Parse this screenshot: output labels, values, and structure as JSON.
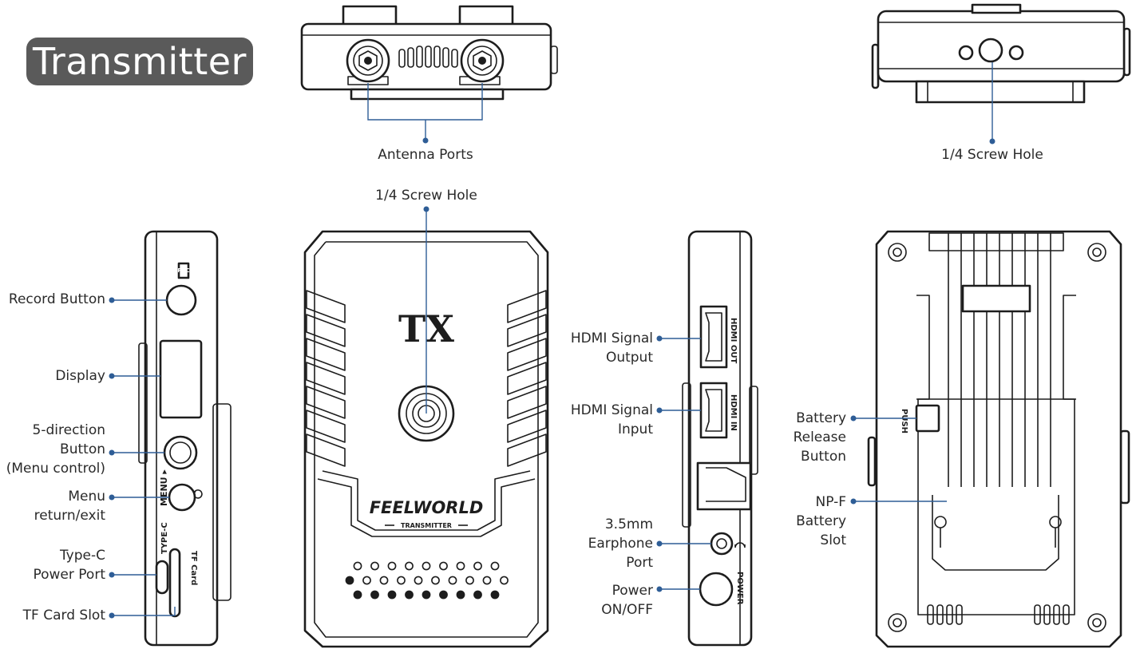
{
  "title": "Transmitter",
  "colors": {
    "title_bg": "#5a5a5a",
    "leader": "#2e5d96",
    "outline": "#1d1d1d"
  },
  "labels": {
    "antenna_ports": "Antenna Ports",
    "screw_hole_top": "1/4 Screw Hole",
    "screw_hole_front": "1/4 Screw Hole",
    "record_button": "Record Button",
    "display": "Display",
    "five_direction": [
      "5-direction",
      "Button",
      "(Menu control)"
    ],
    "menu_return": [
      "Menu",
      "return/exit"
    ],
    "typec_power": [
      "Type-C",
      "Power Port"
    ],
    "tf_card_slot": "TF Card Slot",
    "hdmi_output": [
      "HDMI Signal",
      "Output"
    ],
    "hdmi_input": [
      "HDMI Signal",
      "Input"
    ],
    "earphone_port": [
      "3.5mm",
      "Earphone",
      "Port"
    ],
    "power_onoff": [
      "Power",
      "ON/OFF"
    ],
    "battery_release": [
      "Battery",
      "Release",
      "Button"
    ],
    "npf_slot": [
      "NP-F",
      "Battery",
      "Slot"
    ]
  },
  "device_marks": {
    "rec": "REC",
    "menu": "MENU ▸",
    "typec": "TYPE-C",
    "tf_card": "TF Card",
    "hdmi_out": "HDMI OUT",
    "hdmi_in": "HDMI IN",
    "power": "POWER",
    "push": "PUSH",
    "tx_logo": "TX",
    "brand": "FEELWORLD",
    "model": "TRANSMITTER"
  }
}
